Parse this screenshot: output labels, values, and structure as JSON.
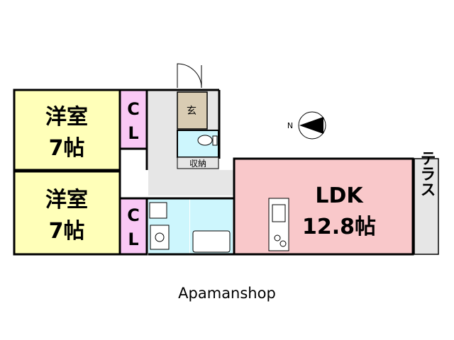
{
  "rooms": {
    "western_room_1": {
      "name": "洋室",
      "size": "7帖"
    },
    "western_room_2": {
      "name": "洋室",
      "size": "7帖"
    },
    "closet_1": {
      "line1": "C",
      "line2": "L"
    },
    "closet_2": {
      "line1": "C",
      "line2": "L"
    },
    "entrance": {
      "label": "玄"
    },
    "storage": {
      "label": "収納"
    },
    "ldk": {
      "name": "LDK",
      "size": "12.8帖"
    },
    "terrace": {
      "label": "テラス"
    }
  },
  "compass": {
    "label": "N"
  },
  "watermark": {
    "text": "Apamanshop"
  },
  "colors": {
    "western_room": "#ffffb9",
    "closet": "#f9c8f5",
    "hall": "#e6e6e6",
    "wet_area": "#cdf6fd",
    "ldk": "#f9c8ca",
    "entrance": "#d9ccb3",
    "terrace": "#e6e6e6"
  }
}
